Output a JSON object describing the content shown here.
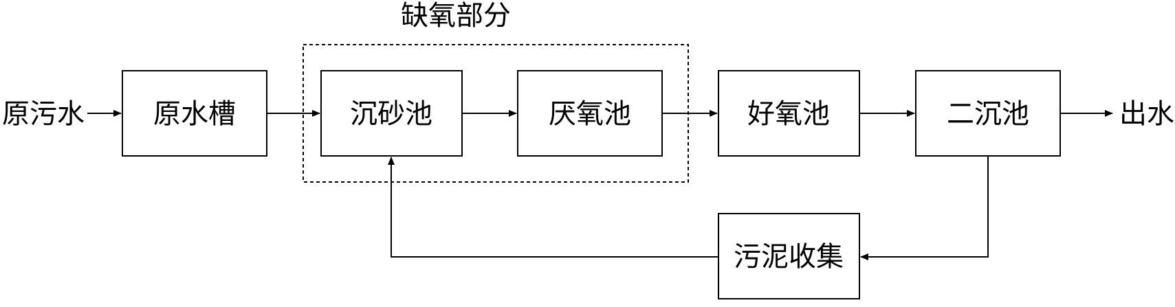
{
  "diagram": {
    "group": {
      "label": "缺氧部分",
      "style": "dashed",
      "contains": [
        "grit",
        "anaerobic"
      ]
    },
    "terminals": {
      "input": "原污水",
      "output": "出水"
    },
    "nodes": {
      "raw_tank": "原水槽",
      "grit": "沉砂池",
      "anaerobic": "厌氧池",
      "aerobic": "好氧池",
      "secondary": "二沉池",
      "sludge": "污泥收集"
    },
    "edges": [
      {
        "from": "input",
        "to": "raw_tank"
      },
      {
        "from": "raw_tank",
        "to": "grit"
      },
      {
        "from": "grit",
        "to": "anaerobic"
      },
      {
        "from": "anaerobic",
        "to": "aerobic"
      },
      {
        "from": "aerobic",
        "to": "secondary"
      },
      {
        "from": "secondary",
        "to": "output"
      },
      {
        "from": "secondary",
        "to": "sludge"
      },
      {
        "from": "sludge",
        "to": "grit"
      }
    ],
    "colors": {
      "stroke": "#000000",
      "background": "#ffffff"
    }
  }
}
